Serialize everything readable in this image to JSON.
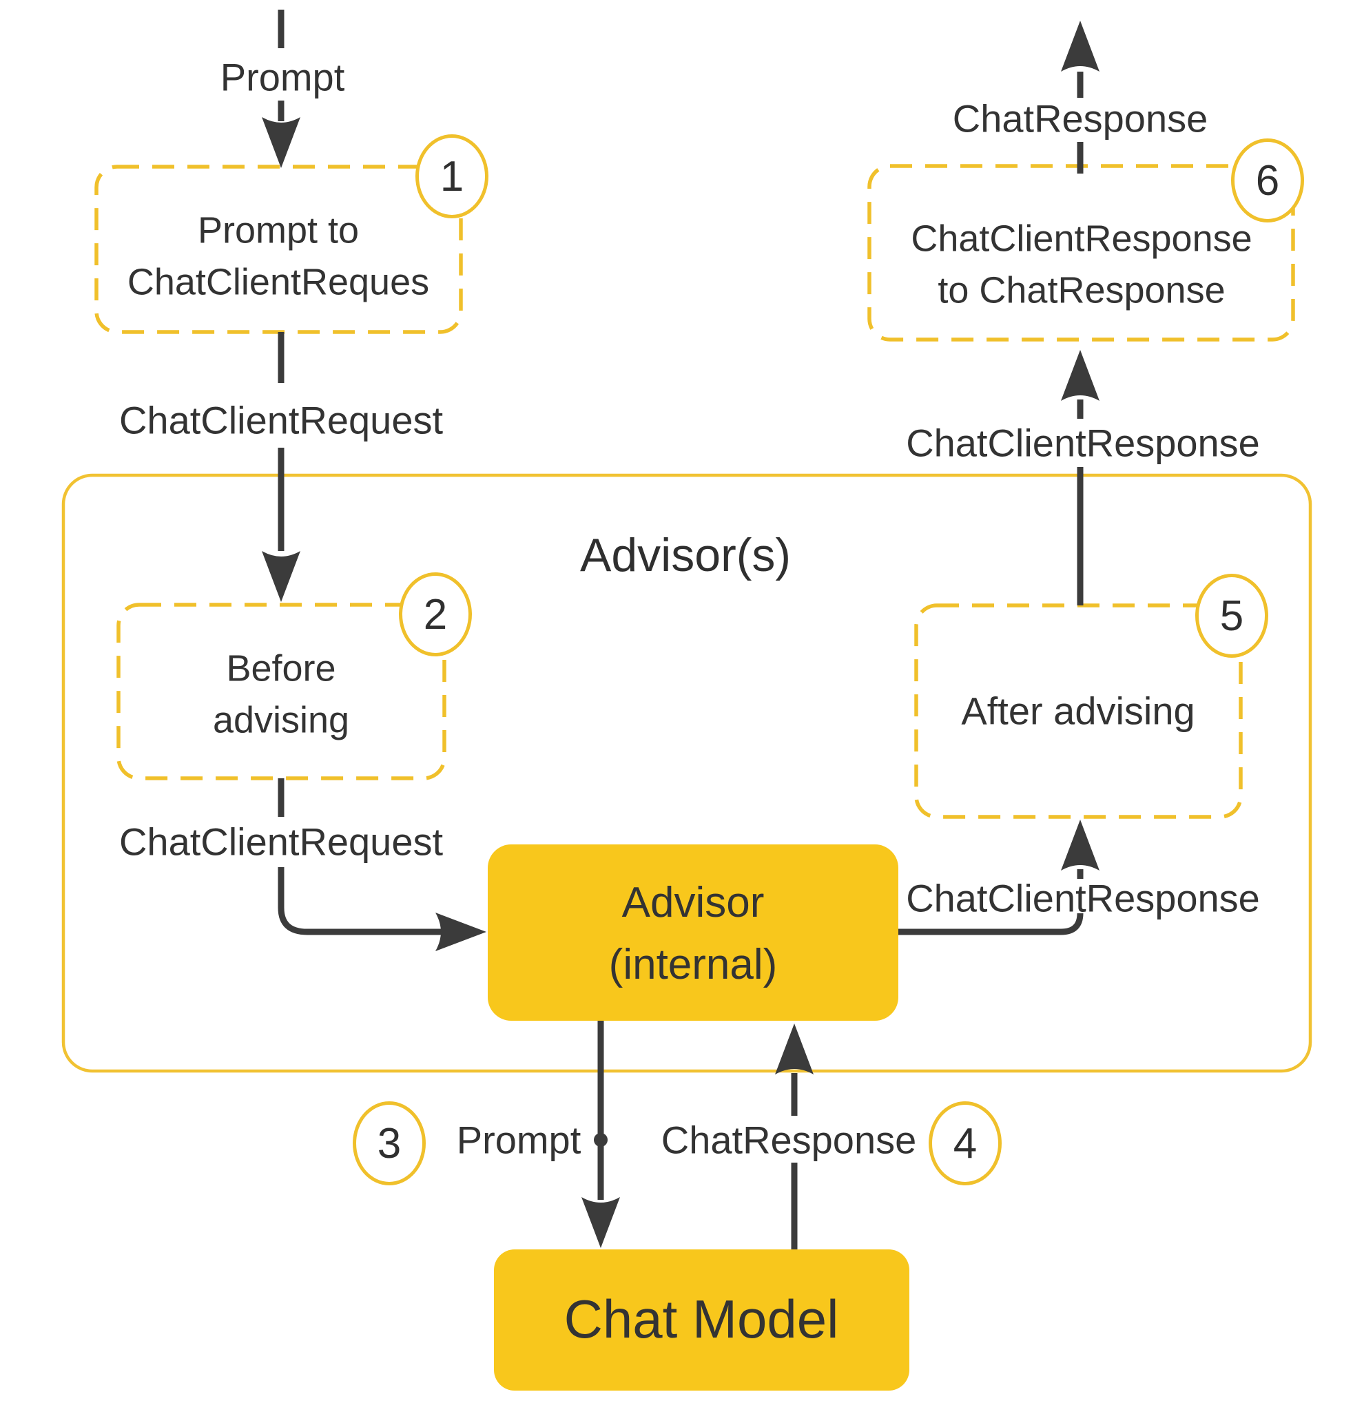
{
  "diagram": {
    "colors": {
      "node_fill": "#F8C71C",
      "yellow_stroke": "#F0C02B",
      "arrow_dark": "#3B3B3B",
      "text_dark": "#333333"
    },
    "container": {
      "title": "Advisor(s)"
    },
    "flow_labels": {
      "prompt_top": "Prompt",
      "chat_client_request_outer": "ChatClientRequest",
      "chat_client_request_inner": "ChatClientRequest",
      "chat_client_response_inner": "ChatClientResponse",
      "chat_client_response_outer": "ChatClientResponse",
      "chat_response_top": "ChatResponse",
      "prompt_bottom": "Prompt",
      "chat_response_bottom": "ChatResponse"
    },
    "steps": {
      "step1": {
        "badge": "1",
        "line1": "Prompt to",
        "line2": "ChatClientReques"
      },
      "step2": {
        "badge": "2",
        "line1": "Before",
        "line2": "advising"
      },
      "step3": {
        "badge": "3"
      },
      "step4": {
        "badge": "4"
      },
      "step5": {
        "badge": "5",
        "label": "After advising"
      },
      "step6": {
        "badge": "6",
        "line1": "ChatClientResponse",
        "line2": "to ChatResponse"
      }
    },
    "nodes": {
      "advisor_internal": {
        "line1": "Advisor",
        "line2": "(internal)"
      },
      "chat_model": {
        "label": "Chat Model"
      }
    }
  }
}
